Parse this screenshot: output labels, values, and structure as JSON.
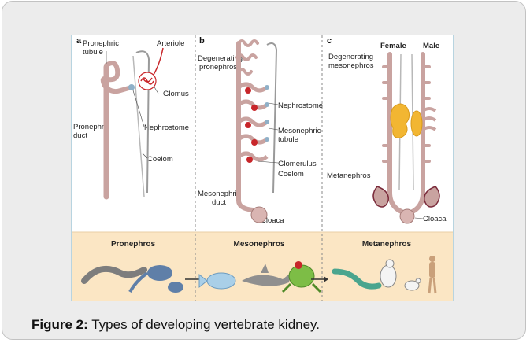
{
  "figure": {
    "panels": [
      {
        "letter": "a",
        "labels": {
          "pronephric_tubule_1": "Pronephric",
          "pronephric_tubule_2": "tubule",
          "arteriole": "Arteriole",
          "glomus": "Glomus",
          "nephrostome": "Nephrostome",
          "pronephric_duct_1": "Pronephric",
          "pronephric_duct_2": "duct",
          "coelom": "Coelom"
        }
      },
      {
        "letter": "b",
        "labels": {
          "degenerating_pronephros_1": "Degenerating",
          "degenerating_pronephros_2": "pronephros",
          "nephrostome": "Nephrostome",
          "mesonephric_tubule_1": "Mesonephric",
          "mesonephric_tubule_2": "tubule",
          "glomerulus": "Glomerulus",
          "coelom": "Coelom",
          "mesonephric_duct_1": "Mesonephric",
          "mesonephric_duct_2": "duct",
          "cloaca": "Cloaca"
        }
      },
      {
        "letter": "c",
        "labels": {
          "female": "Female",
          "male": "Male",
          "degenerating_mesonephros_1": "Degenerating",
          "degenerating_mesonephros_2": "mesonephros",
          "metanephros": "Metanephros",
          "cloaca": "Cloaca"
        }
      }
    ],
    "stages": [
      "Pronephros",
      "Mesonephros",
      "Metanephros"
    ],
    "colors": {
      "tubule": "#c9a3a0",
      "tubule_dark": "#a47a77",
      "vessel_red": "#c8262a",
      "gonad_yellow": "#f2b632",
      "stage_band": "#fbe6c4",
      "panel_border": "#b8d4e0"
    }
  },
  "caption": {
    "prefix": "Figure 2:",
    "text": " Types of developing vertebrate kidney."
  }
}
